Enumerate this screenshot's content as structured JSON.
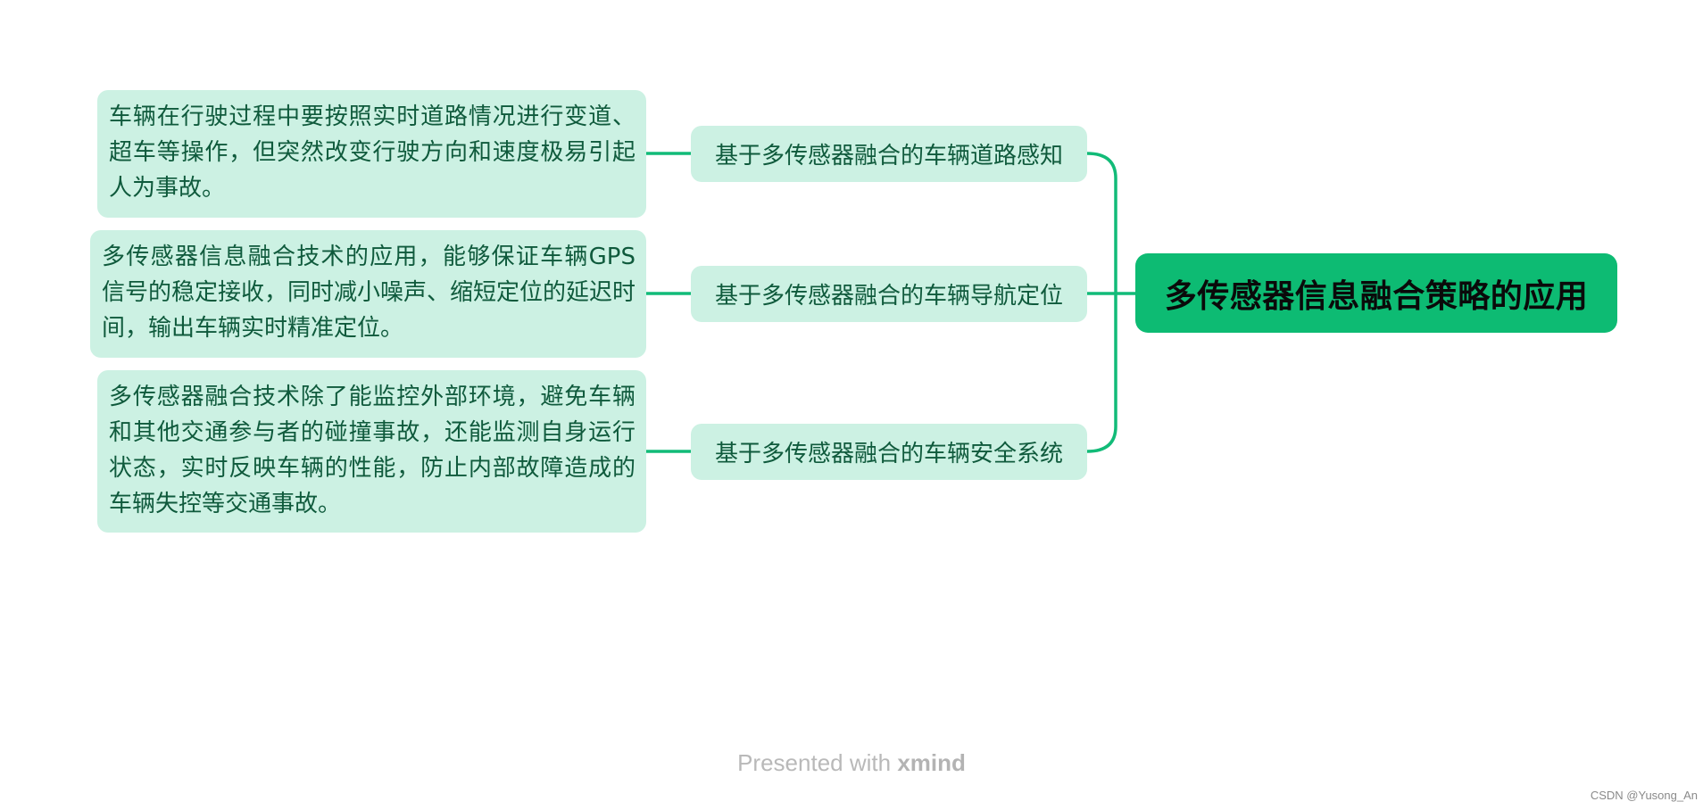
{
  "colors": {
    "root_fill": "#0dbb73",
    "node_fill": "#ccf1e3",
    "connector": "#12bb78",
    "node_text": "#0f5a3c"
  },
  "mindmap": {
    "root": "多传感器信息融合策略的应用",
    "branches": [
      {
        "label": "基于多传感器融合的车辆道路感知",
        "detail": "车辆在行驶过程中要按照实时道路情况进行变道、超车等操作，但突然改变行驶方向和速度极易引起人为事故。"
      },
      {
        "label": "基于多传感器融合的车辆导航定位",
        "detail": "多传感器信息融合技术的应用，能够保证车辆GPS 信号的稳定接收，同时减小噪声、缩短定位的延迟时间，输出车辆实时精准定位。"
      },
      {
        "label": "基于多传感器融合的车辆安全系统",
        "detail": "多传感器融合技术除了能监控外部环境，避免车辆和其他交通参与者的碰撞事故，还能监测自身运行状态，实时反映车辆的性能，防止内部故障造成的车辆失控等交通事故。"
      }
    ]
  },
  "footer": {
    "presented_with": "Presented with",
    "brand": "xmind"
  },
  "watermark": "CSDN @Yusong_An"
}
